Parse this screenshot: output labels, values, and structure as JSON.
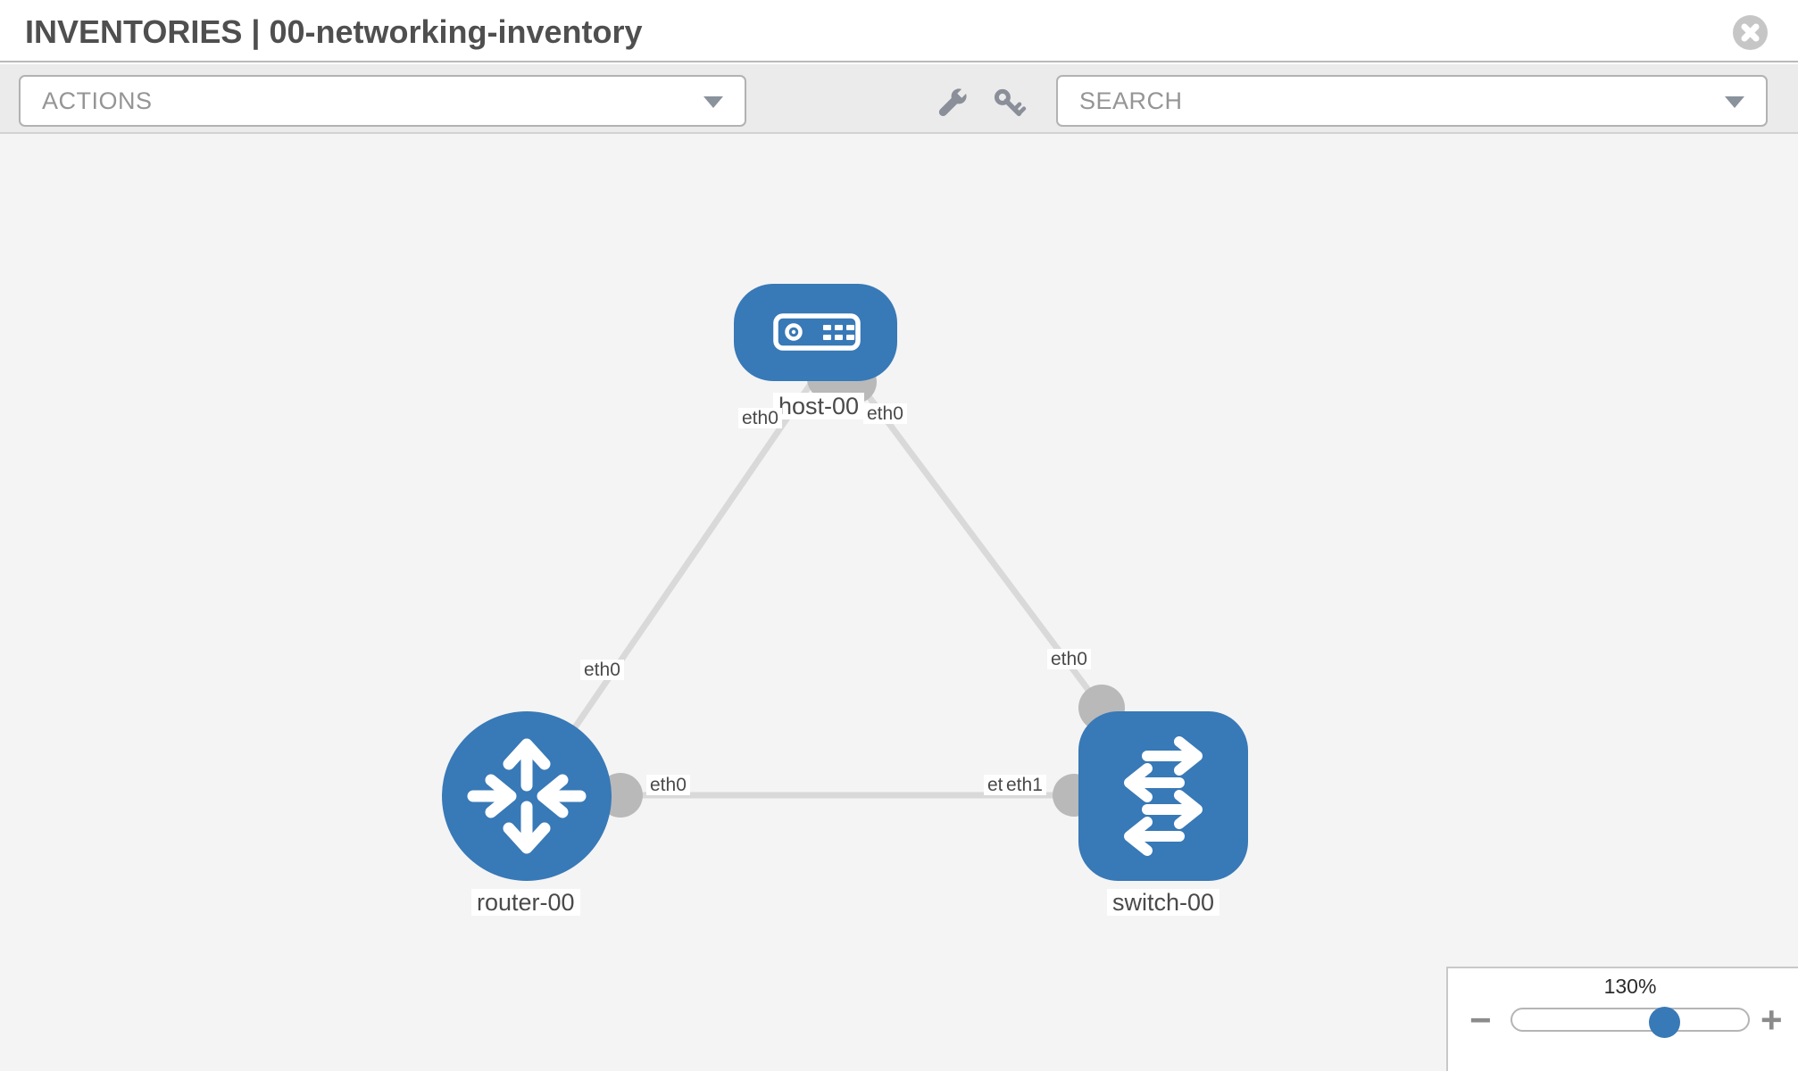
{
  "header": {
    "title": "INVENTORIES | 00-networking-inventory"
  },
  "toolbar": {
    "actions_label": "ACTIONS",
    "search_label": "SEARCH",
    "icons": [
      "wrench-icon",
      "key-icon"
    ]
  },
  "topology": {
    "nodes": [
      {
        "label": "host-00",
        "type": "host"
      },
      {
        "label": "router-00",
        "type": "router"
      },
      {
        "label": "switch-00",
        "type": "switch"
      }
    ],
    "links": [
      {
        "from": "host-00",
        "from_if": "eth0",
        "to": "router-00",
        "to_if": "eth0"
      },
      {
        "from": "host-00",
        "from_if": "eth0",
        "to": "switch-00",
        "to_if": "eth0"
      },
      {
        "from": "router-00",
        "from_if": "eth0",
        "to": "switch-00",
        "to_if": "eth1",
        "to_if_overlapped": "eth0"
      }
    ]
  },
  "zoom_control": {
    "level": "130%",
    "minus": "−",
    "plus": "+"
  },
  "colors": {
    "node_blue": "#3879b7",
    "port_gray": "#b9b9b9",
    "link_gray": "#d9d9d9",
    "toolbar_gray": "#ebebeb",
    "canvas_gray": "#f4f4f4"
  }
}
